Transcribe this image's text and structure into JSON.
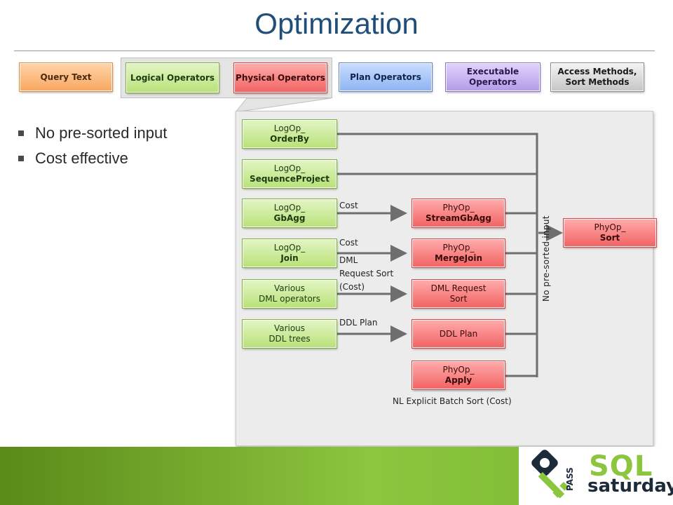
{
  "title": "Optimization",
  "pipeline": {
    "query_text": "Query Text",
    "logical_operators": "Logical Operators",
    "physical_operators": "Physical Operators",
    "plan_operators": "Plan Operators",
    "executable_1": "Executable",
    "executable_2": "Operators",
    "access_1": "Access Methods,",
    "access_2": "Sort Methods"
  },
  "bullets": [
    "No pre-sorted input",
    "Cost effective"
  ],
  "logical": [
    {
      "l1": "LogOp_",
      "l2": "OrderBy"
    },
    {
      "l1": "LogOp_",
      "l2": "SequenceProject"
    },
    {
      "l1": "LogOp_",
      "l2": "GbAgg"
    },
    {
      "l1": "LogOp_",
      "l2": "Join"
    },
    {
      "l1": "Various",
      "l2": "DML operators"
    },
    {
      "l1": "Various",
      "l2": "DDL trees"
    }
  ],
  "physical": [
    {
      "l1": "PhyOp_",
      "l2": "StreamGbAgg"
    },
    {
      "l1": "PhyOp_",
      "l2": "MergeJoin"
    },
    {
      "l1": "DML Request",
      "l2": "Sort"
    },
    {
      "l1": "DDL Plan",
      "l2": ""
    },
    {
      "l1": "PhyOp_",
      "l2": "Apply"
    }
  ],
  "sort_box": {
    "l1": "PhyOp_",
    "l2": "Sort"
  },
  "labels": {
    "cost1": "Cost",
    "cost2": "Cost",
    "dml1": "DML",
    "dml2": "Request Sort",
    "dml3": "(Cost)",
    "ddl": "DDL Plan",
    "nl": "NL Explicit Batch Sort (Cost)",
    "vertical": "No pre-sorted input"
  },
  "logo": {
    "pass": "PASS",
    "sql": "SQL",
    "saturday": "saturday"
  },
  "colors": {
    "title": "#1f4e79",
    "footer": "#8cc63f",
    "connector": "#6e6e6e"
  }
}
